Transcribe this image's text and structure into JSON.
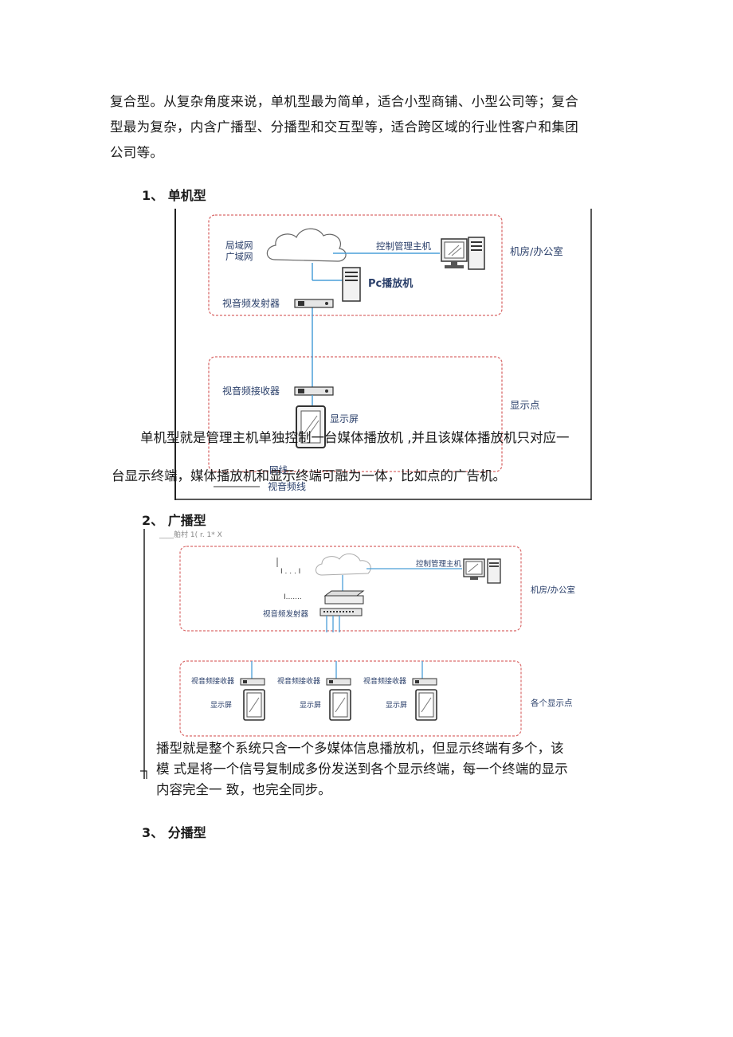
{
  "intro": {
    "line1": "复合型。从复杂角度来说，单机型最为简单，适合小型商铺、小型公司等；复合",
    "line2": "型最为复杂，内含广播型、分播型和交互型等，适合跨区域的行业性客户和集团",
    "line3": "公司等。"
  },
  "section1": {
    "heading": "1、  单机型",
    "diagram": {
      "lan_wan_1": "局域网",
      "lan_wan_2": "广域网",
      "control_host": "控制管理主机",
      "room_office": "机房/办公室",
      "pc_player": "Pc播放机",
      "av_transmitter": "视音频发射器",
      "av_receiver": "视音频接收器",
      "display_point": "显示点",
      "display_screen": "显示屏",
      "legend_network": "网线",
      "legend_av": "视音频线"
    },
    "desc_line1": "单机型就是管理主机单独控制一台媒体播放机 ,并且该媒体播放机只对应一",
    "desc_line2": "台显示终端，媒体播放机和显示终端可融为一体，比如点的广告机。"
  },
  "section2": {
    "heading": "2、  广播型",
    "stray": "____舶村   1( r. 1* X",
    "diagram": {
      "control_host": "控制管理主机",
      "room_office": "机房/办公室",
      "av_transmitter": "视音频发射器",
      "receiver_1": "视音频接收器",
      "receiver_2": "视音频接收器",
      "receiver_3": "视音频接收器",
      "screen_1": "显示屏",
      "screen_2": "显示屏",
      "screen_3": "显示屏",
      "each_display": "各个显示点"
    },
    "desc_line1": "播型就是整个系统只含一个多媒体信息播放机，但显示终端有多个，该",
    "desc_line2": "模 式是将一个信号复制成多份发送到各个显示终端，每一个终端的显示",
    "desc_line3": "内容完全一 致，也完全同步。"
  },
  "section3": {
    "heading": "3、    分播型"
  }
}
